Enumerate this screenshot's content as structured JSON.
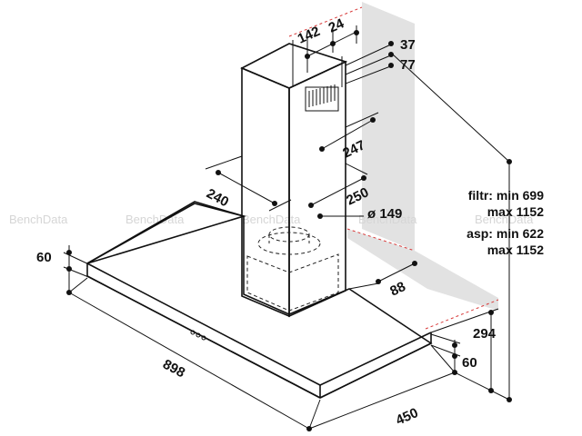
{
  "watermark": "BenchData",
  "dimensions": {
    "d142": "142",
    "d24": "24",
    "d37": "37",
    "d77": "77",
    "d247": "247",
    "d240": "240",
    "d250": "250",
    "diameter": "ø 149",
    "d60_left": "60",
    "d88": "88",
    "d294": "294",
    "d60_right": "60",
    "d898": "898",
    "d450": "450"
  },
  "notes": {
    "filtr_1": "filtr: min 699",
    "filtr_2": "max 1152",
    "asp_1": "asp: min 622",
    "asp_2": "max 1152"
  },
  "colors": {
    "line": "#111111",
    "wall": "#e0e0e0",
    "wall_dash": "#d83a3a",
    "watermark": "#d6d6d6"
  }
}
